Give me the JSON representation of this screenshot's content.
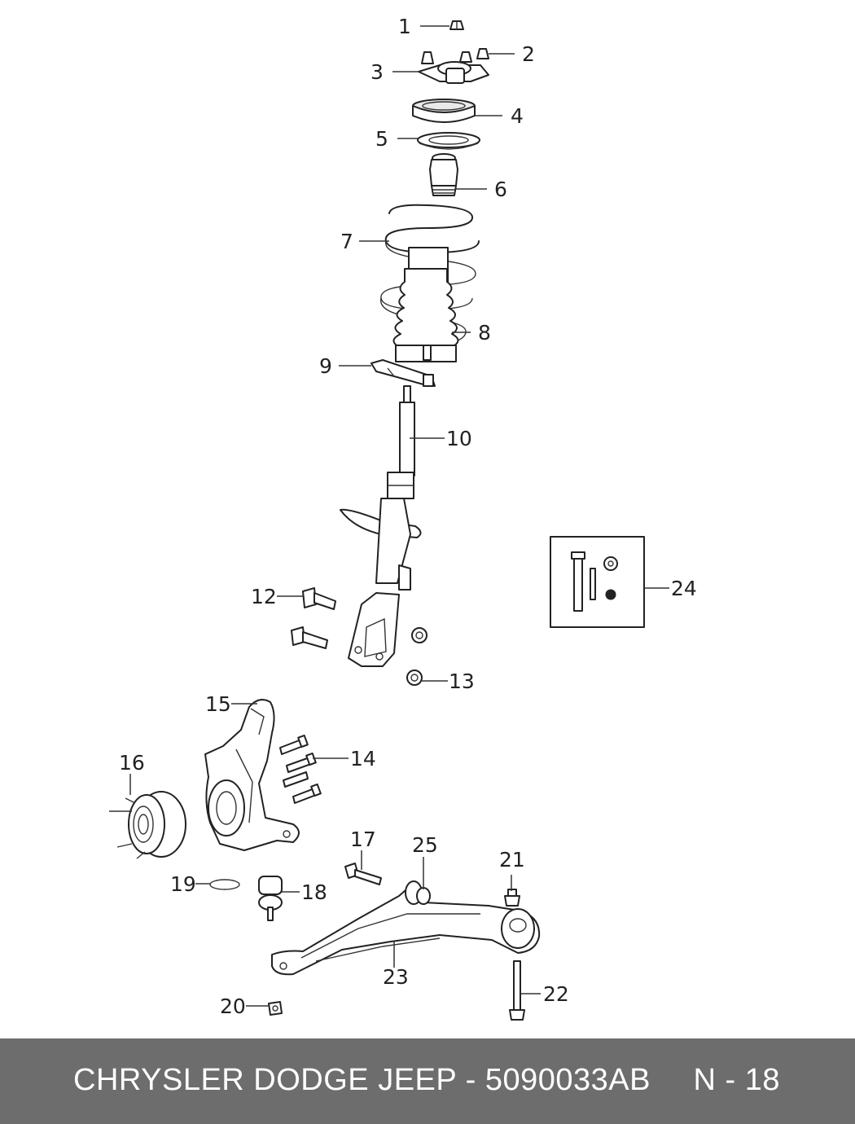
{
  "callouts": {
    "c1": "1",
    "c2": "2",
    "c3": "3",
    "c4": "4",
    "c5": "5",
    "c6": "6",
    "c7": "7",
    "c8": "8",
    "c9": "9",
    "c10": "10",
    "c11": "",
    "c12": "12",
    "c13": "13",
    "c14": "14",
    "c15": "15",
    "c16": "16",
    "c17": "17",
    "c18": "18",
    "c19": "19",
    "c20": "20",
    "c21": "21",
    "c22": "22",
    "c23": "23",
    "c24": "24",
    "c25": "25"
  },
  "footer": {
    "part_text": "CHRYSLER DODGE JEEP - 5090033AB",
    "page_text": "N - 18"
  },
  "colors": {
    "footer_bg": "#6d6d6d",
    "footer_text": "#ffffff",
    "line": "#222222"
  }
}
